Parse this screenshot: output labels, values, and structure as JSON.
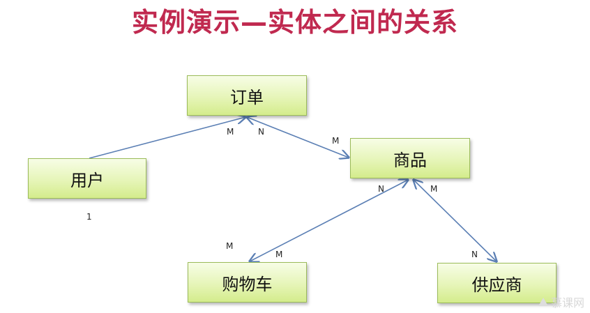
{
  "title": "实例演示—实体之间的关系",
  "entities": {
    "order": "订单",
    "user": "用户",
    "product": "商品",
    "cart": "购物车",
    "supplier": "供应商"
  },
  "relationships": [
    {
      "from": "user",
      "to": "order",
      "from_card": "1",
      "to_card": "M"
    },
    {
      "from": "order",
      "to": "product",
      "from_card": "N",
      "to_card": "M"
    },
    {
      "from": "product",
      "to": "cart",
      "from_card": "N",
      "to_card": "M",
      "extra_card": "M"
    },
    {
      "from": "product",
      "to": "supplier",
      "from_card": "M",
      "to_card": "N"
    }
  ],
  "colors": {
    "title": "#c0294f",
    "entity_border": "#9bbb59",
    "entity_fill": "#e6f5b8",
    "connector": "#5b7fb4"
  },
  "watermark": "慕课网"
}
